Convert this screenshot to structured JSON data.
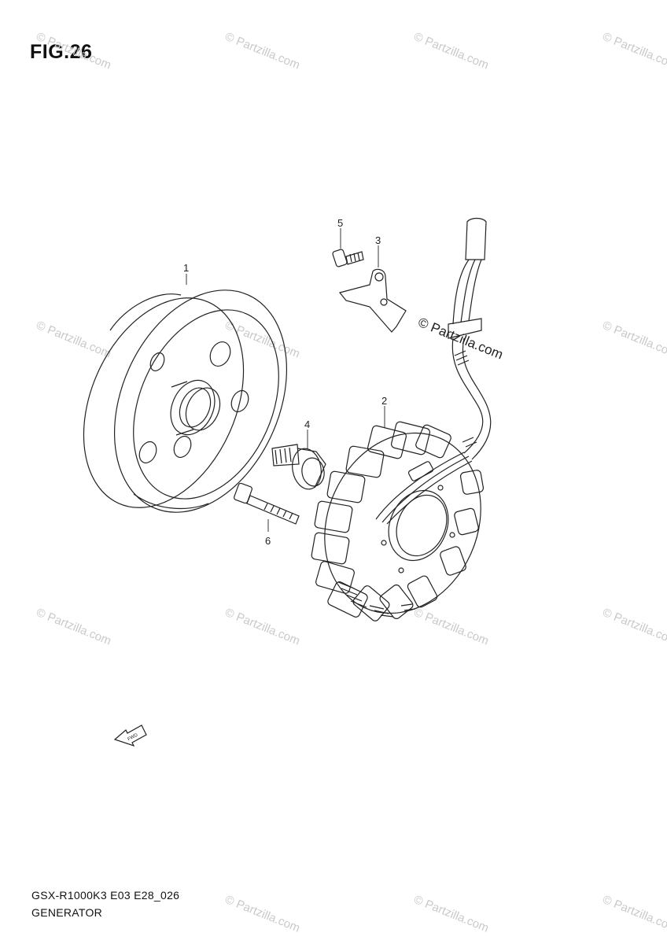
{
  "figure": {
    "title": "FIG.26",
    "watermark": "© Partzilla.com",
    "fwd_label": "FWD"
  },
  "callouts": [
    "1",
    "2",
    "3",
    "4",
    "5",
    "6"
  ],
  "parts": [
    {
      "ref": "1",
      "name": "rotor"
    },
    {
      "ref": "2",
      "name": "stator"
    },
    {
      "ref": "3",
      "name": "wire clamp"
    },
    {
      "ref": "4",
      "name": "rotor bolt"
    },
    {
      "ref": "5",
      "name": "clamp screw"
    },
    {
      "ref": "6",
      "name": "stator bolt"
    }
  ],
  "footer": {
    "model": "GSX-R1000K3 E03 E28_026",
    "section": "GENERATOR"
  },
  "colors": {
    "line": "#222222",
    "watermark": "#c9c9c9",
    "background": "#ffffff"
  }
}
